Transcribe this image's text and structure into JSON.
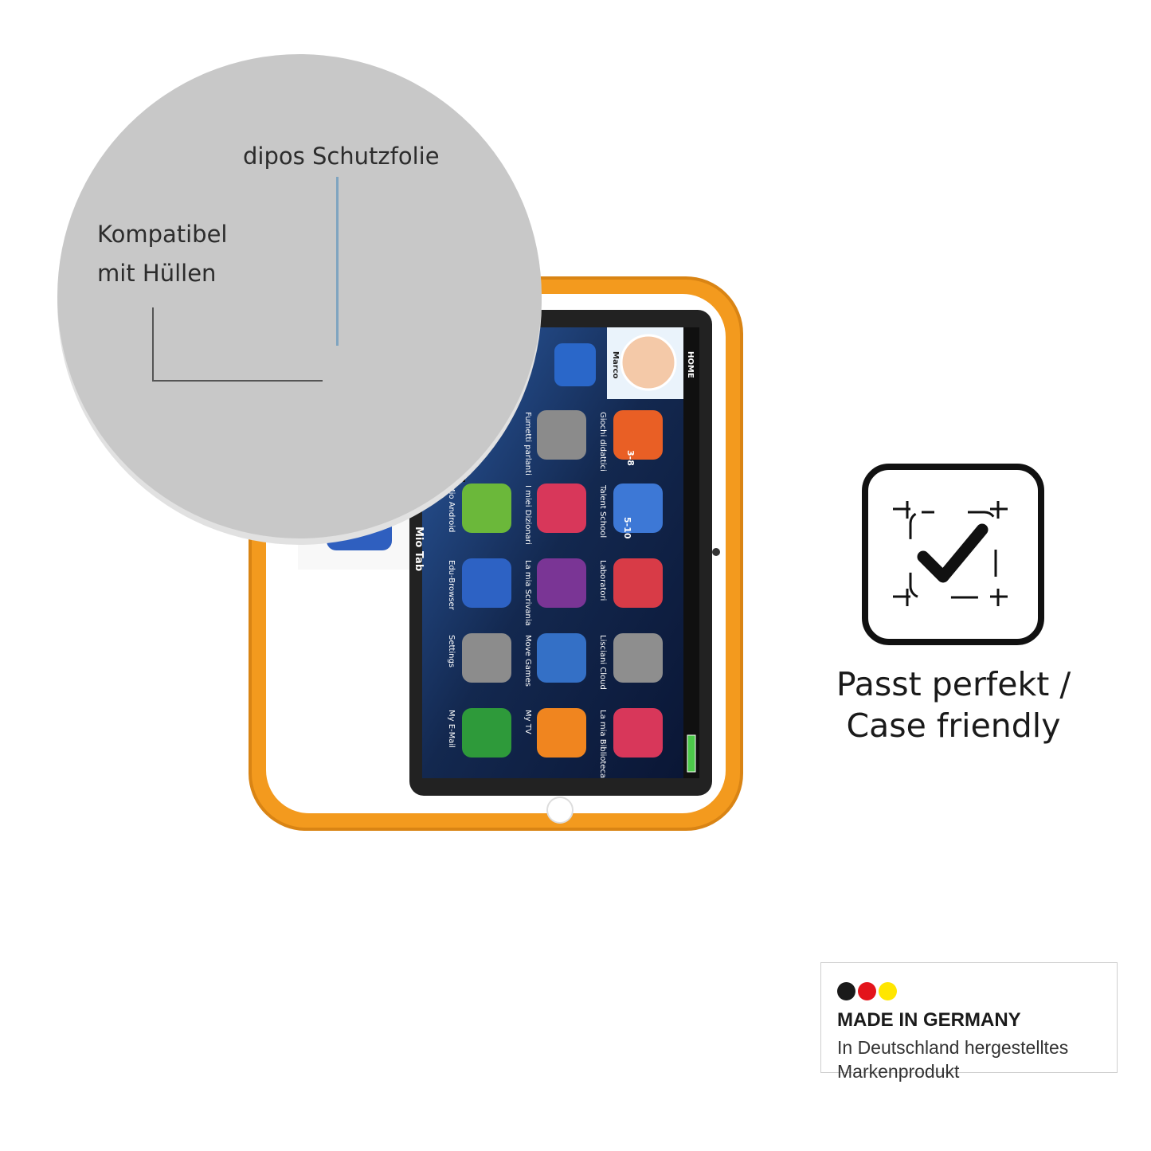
{
  "callouts": {
    "schutzfolie": "dipos Schutzfolie",
    "huellen_line1": "Kompatibel",
    "huellen_line2": "mit Hüllen"
  },
  "fit_badge": {
    "icon": "check-frame-icon",
    "caption_line1": "Passt perfekt /",
    "caption_line2": "Case friendly"
  },
  "made_in_germany": {
    "title": "MADE IN GERMANY",
    "line1": "In Deutschland hergestelltes",
    "line2": "Markenprodukt",
    "dot_colors": [
      "#1a1a1a",
      "#e3141b",
      "#ffe600"
    ]
  },
  "tablet": {
    "brand": "Mio Tab",
    "home_label": "HOME",
    "user_name": "Marco",
    "apps": [
      "Giochi didattici",
      "Fumetti parlanti",
      "Talent School",
      "I miei Dizionari",
      "Mio Android",
      "Laboratori",
      "La mia Scrivania",
      "Edu-Browser",
      "Lisciani Cloud",
      "Move Games",
      "Settings",
      "La mia Biblioteca",
      "My TV",
      "My E-Mail"
    ],
    "badges": [
      "3-8",
      "5-10"
    ],
    "colors": {
      "case": "#f39a1e",
      "screen": "#13284f"
    }
  }
}
